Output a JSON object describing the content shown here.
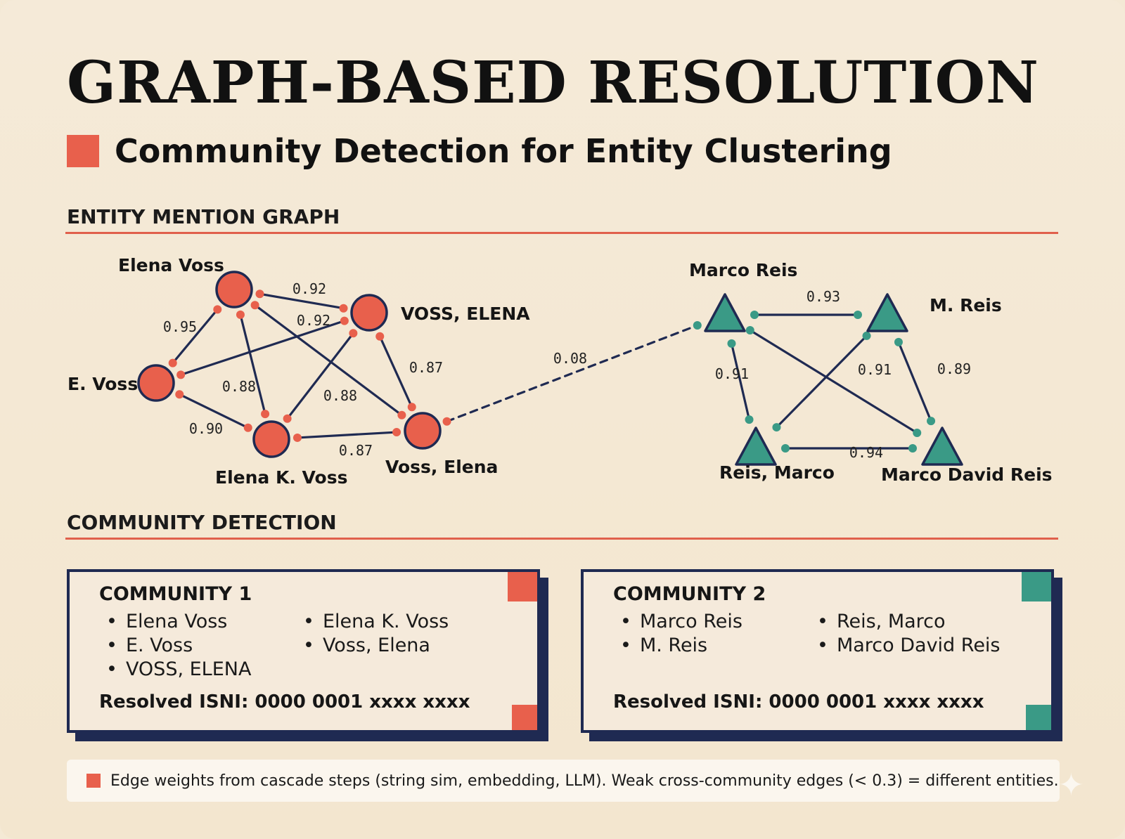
{
  "title": "GRAPH-BASED RESOLUTION",
  "subtitle": "Community Detection for Entity Clustering",
  "sections": {
    "graph_heading": "ENTITY MENTION GRAPH",
    "community_heading": "COMMUNITY DETECTION"
  },
  "colors": {
    "accent": "#e8604c",
    "teal": "#3a9a86",
    "navy": "#1f2a52",
    "background": "#f4e9d5"
  },
  "graph": {
    "community1_nodes": [
      {
        "id": "n1",
        "label": "Elena Voss",
        "shape": "circle"
      },
      {
        "id": "n2",
        "label": "VOSS, ELENA",
        "shape": "circle"
      },
      {
        "id": "n3",
        "label": "E. Voss",
        "shape": "circle"
      },
      {
        "id": "n4",
        "label": "Elena K. Voss",
        "shape": "circle"
      },
      {
        "id": "n5",
        "label": "Voss, Elena",
        "shape": "circle"
      }
    ],
    "community2_nodes": [
      {
        "id": "m1",
        "label": "Marco Reis",
        "shape": "triangle"
      },
      {
        "id": "m2",
        "label": "M. Reis",
        "shape": "triangle"
      },
      {
        "id": "m3",
        "label": "Reis, Marco",
        "shape": "triangle"
      },
      {
        "id": "m4",
        "label": "Marco David Reis",
        "shape": "triangle"
      }
    ],
    "edges": [
      {
        "from": "n1",
        "to": "n2",
        "weight": "0.92"
      },
      {
        "from": "n3",
        "to": "n2",
        "weight": "0.92"
      },
      {
        "from": "n1",
        "to": "n3",
        "weight": "0.95"
      },
      {
        "from": "n1",
        "to": "n4",
        "weight": "0.88"
      },
      {
        "from": "n2",
        "to": "n4",
        "weight": "0.88"
      },
      {
        "from": "n1",
        "to": "n5",
        "weight": ""
      },
      {
        "from": "n2",
        "to": "n5",
        "weight": "0.87"
      },
      {
        "from": "n3",
        "to": "n4",
        "weight": "0.90"
      },
      {
        "from": "n4",
        "to": "n5",
        "weight": "0.87"
      },
      {
        "from": "n5",
        "to": "m1",
        "weight": "0.08",
        "style": "dashed"
      },
      {
        "from": "m1",
        "to": "m2",
        "weight": "0.93"
      },
      {
        "from": "m1",
        "to": "m3",
        "weight": "0.91"
      },
      {
        "from": "m2",
        "to": "m3",
        "weight": "0.91"
      },
      {
        "from": "m1",
        "to": "m4",
        "weight": ""
      },
      {
        "from": "m2",
        "to": "m4",
        "weight": "0.89"
      },
      {
        "from": "m3",
        "to": "m4",
        "weight": "0.94"
      }
    ]
  },
  "communities": [
    {
      "title": "COMMUNITY 1",
      "col1": [
        "Elena Voss",
        "E. Voss",
        "VOSS, ELENA"
      ],
      "col2": [
        "Elena K. Voss",
        "Voss, Elena"
      ],
      "resolved": "Resolved ISNI: 0000 0001 xxxx xxxx",
      "color": "#e8604c"
    },
    {
      "title": "COMMUNITY 2",
      "col1": [
        "Marco Reis",
        "M. Reis"
      ],
      "col2": [
        "Reis, Marco",
        "Marco David Reis"
      ],
      "resolved": "Resolved ISNI: 0000 0001 xxxx xxxx",
      "color": "#3a9a86"
    }
  ],
  "footnote": "Edge weights from cascade steps (string sim, embedding, LLM). Weak cross-community edges (< 0.3) = different entities."
}
